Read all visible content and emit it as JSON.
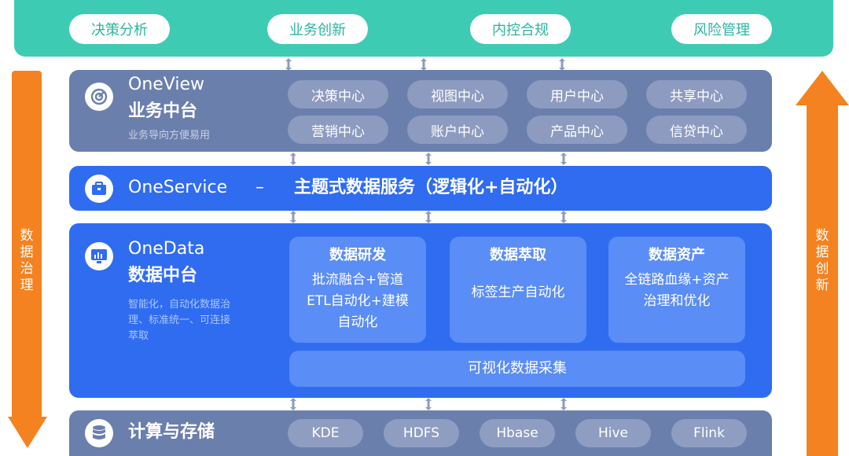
{
  "colors": {
    "teal": "#3ecbb4",
    "orange": "#f58220",
    "gray_band": "#6b7fad",
    "blue_band": "#2f6cf0",
    "card": "#5a8df5"
  },
  "top": {
    "items": [
      "决策分析",
      "业务创新",
      "内控合规",
      "风险管理"
    ]
  },
  "left_arrow": {
    "label_chars": [
      "数",
      "据",
      "治",
      "理"
    ]
  },
  "right_arrow": {
    "label_chars": [
      "数",
      "据",
      "创",
      "新"
    ]
  },
  "oneview": {
    "icon": "target-icon",
    "title_en": "OneView",
    "title_cn": "业务中台",
    "subtitle": "业务导向方便易用",
    "centers": [
      "决策中心",
      "视图中心",
      "用户中心",
      "共享中心",
      "营销中心",
      "账户中心",
      "产品中心",
      "信贷中心"
    ]
  },
  "oneservice": {
    "icon": "toolbox-icon",
    "title": "OneService",
    "dash": "–",
    "desc": "主题式数据服务（逻辑化+自动化）"
  },
  "onedata": {
    "icon": "chart-screen-icon",
    "title_en": "OneData",
    "title_cn": "数据中台",
    "subtitle_lines": [
      "智能化，自动化数据治",
      "理、标准统一、可连接",
      "萃取"
    ],
    "cards": [
      {
        "title": "数据研发",
        "lines": [
          "批流融合+管道",
          "ETL自动化+建模",
          "自动化"
        ]
      },
      {
        "title": "数据萃取",
        "lines": [
          "标签生产自动化"
        ]
      },
      {
        "title": "数据资产",
        "lines": [
          "全链路血缘+资产",
          "治理和优化"
        ]
      }
    ],
    "collect": "可视化数据采集"
  },
  "storage": {
    "icon": "database-icon",
    "title": "计算与存储",
    "items": [
      "KDE",
      "HDFS",
      "Hbase",
      "Hive",
      "Flink"
    ]
  }
}
